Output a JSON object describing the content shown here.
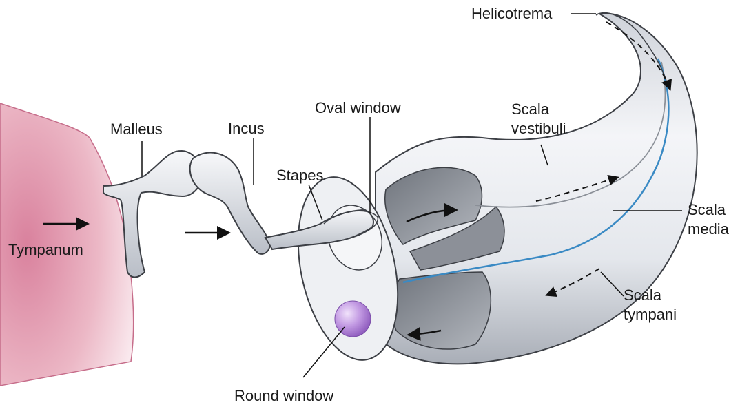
{
  "labels": {
    "helicotrema": "Helicotrema",
    "malleus": "Malleus",
    "incus": "Incus",
    "oval_window": "Oval window",
    "scala_vestibuli_1": "Scala",
    "scala_vestibuli_2": "vestibuli",
    "stapes": "Stapes",
    "scala_media_1": "Scala",
    "scala_media_2": "media",
    "tympanum": "Tympanum",
    "scala_tympani_1": "Scala",
    "scala_tympani_2": "tympani",
    "round_window": "Round window"
  },
  "colors": {
    "tympanum": "#e8aebf",
    "bone": "#e6e9ee",
    "cochlea": "#eef0f3",
    "membrane": "#3a8ac4",
    "round_window": "#b78ad8",
    "inner_shadow": "#9a9ea6"
  }
}
